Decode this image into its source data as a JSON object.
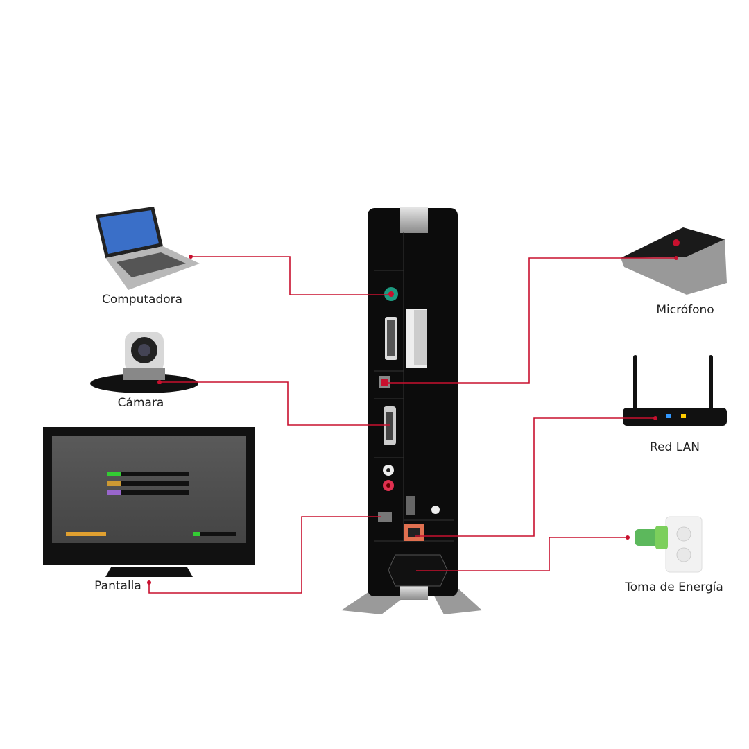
{
  "devices": {
    "computer": {
      "label": "Computadora"
    },
    "camera": {
      "label": "Cámara"
    },
    "display": {
      "label": "Pantalla"
    },
    "microphone": {
      "label": "Micrófono"
    },
    "network": {
      "label": "Red LAN"
    },
    "power": {
      "label": "Toma de Energía"
    }
  },
  "colors": {
    "connector": "#c8102e",
    "device_body": "#0c0c0c"
  }
}
